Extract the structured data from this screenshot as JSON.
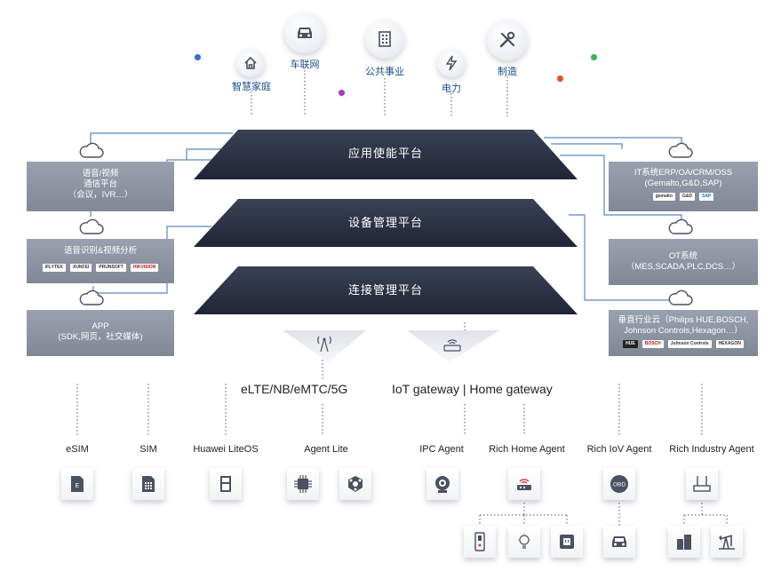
{
  "industries": [
    {
      "label": "智慧家庭",
      "icon": "house-icon"
    },
    {
      "label": "车联网",
      "icon": "car-icon"
    },
    {
      "label": "公共事业",
      "icon": "building-icon"
    },
    {
      "label": "电力",
      "icon": "lightning-icon"
    },
    {
      "label": "制造",
      "icon": "tools-icon"
    }
  ],
  "platforms": [
    "应用使能平台",
    "设备管理平台",
    "连接管理平台"
  ],
  "left_boxes": [
    {
      "lines": [
        "语音/视频",
        "通信平台",
        "（会议，IVR…）"
      ]
    },
    {
      "lines": [
        "语音识别&视频分析"
      ],
      "logos": [
        "iFLYTEK",
        "XUNFEI",
        "PRUNSOFT",
        "HIKVISION"
      ]
    },
    {
      "lines": [
        "APP",
        "(SDK,网页，社交媒体)"
      ]
    }
  ],
  "right_boxes": [
    {
      "lines": [
        "IT系统ERP/OA/CRM/OSS",
        "(Gemalto,G&D,SAP)"
      ],
      "logos": [
        "gemalto",
        "G&D",
        "SAP"
      ]
    },
    {
      "lines": [
        "OT系统",
        "（MES,SCADA,PLC,DCS…）"
      ]
    },
    {
      "lines": [
        "垂直行业云（Philips HUE,BOSCH,",
        "Johnson Controls,Hexagon…）"
      ],
      "logos": [
        "HUE",
        "BOSCH",
        "Johnson Controls",
        "HEXAGON"
      ]
    }
  ],
  "network": {
    "left_label": "eLTE/NB/eMTC/5G",
    "right_label": "IoT gateway | Home gateway"
  },
  "agents": [
    "eSIM",
    "SIM",
    "Huawei LiteOS",
    "Agent Lite",
    "IPC Agent",
    "Rich Home Agent",
    "Rich IoV Agent",
    "Rich Industry Agent"
  ],
  "agent_icons": {
    "esim_letter": "E",
    "obd_text": "OBD"
  },
  "colors": {
    "platform_dark": "#2d3446",
    "box_gray": "#8a919e",
    "label_blue": "#1c4d8f",
    "line_blue": "#5b86c2"
  }
}
